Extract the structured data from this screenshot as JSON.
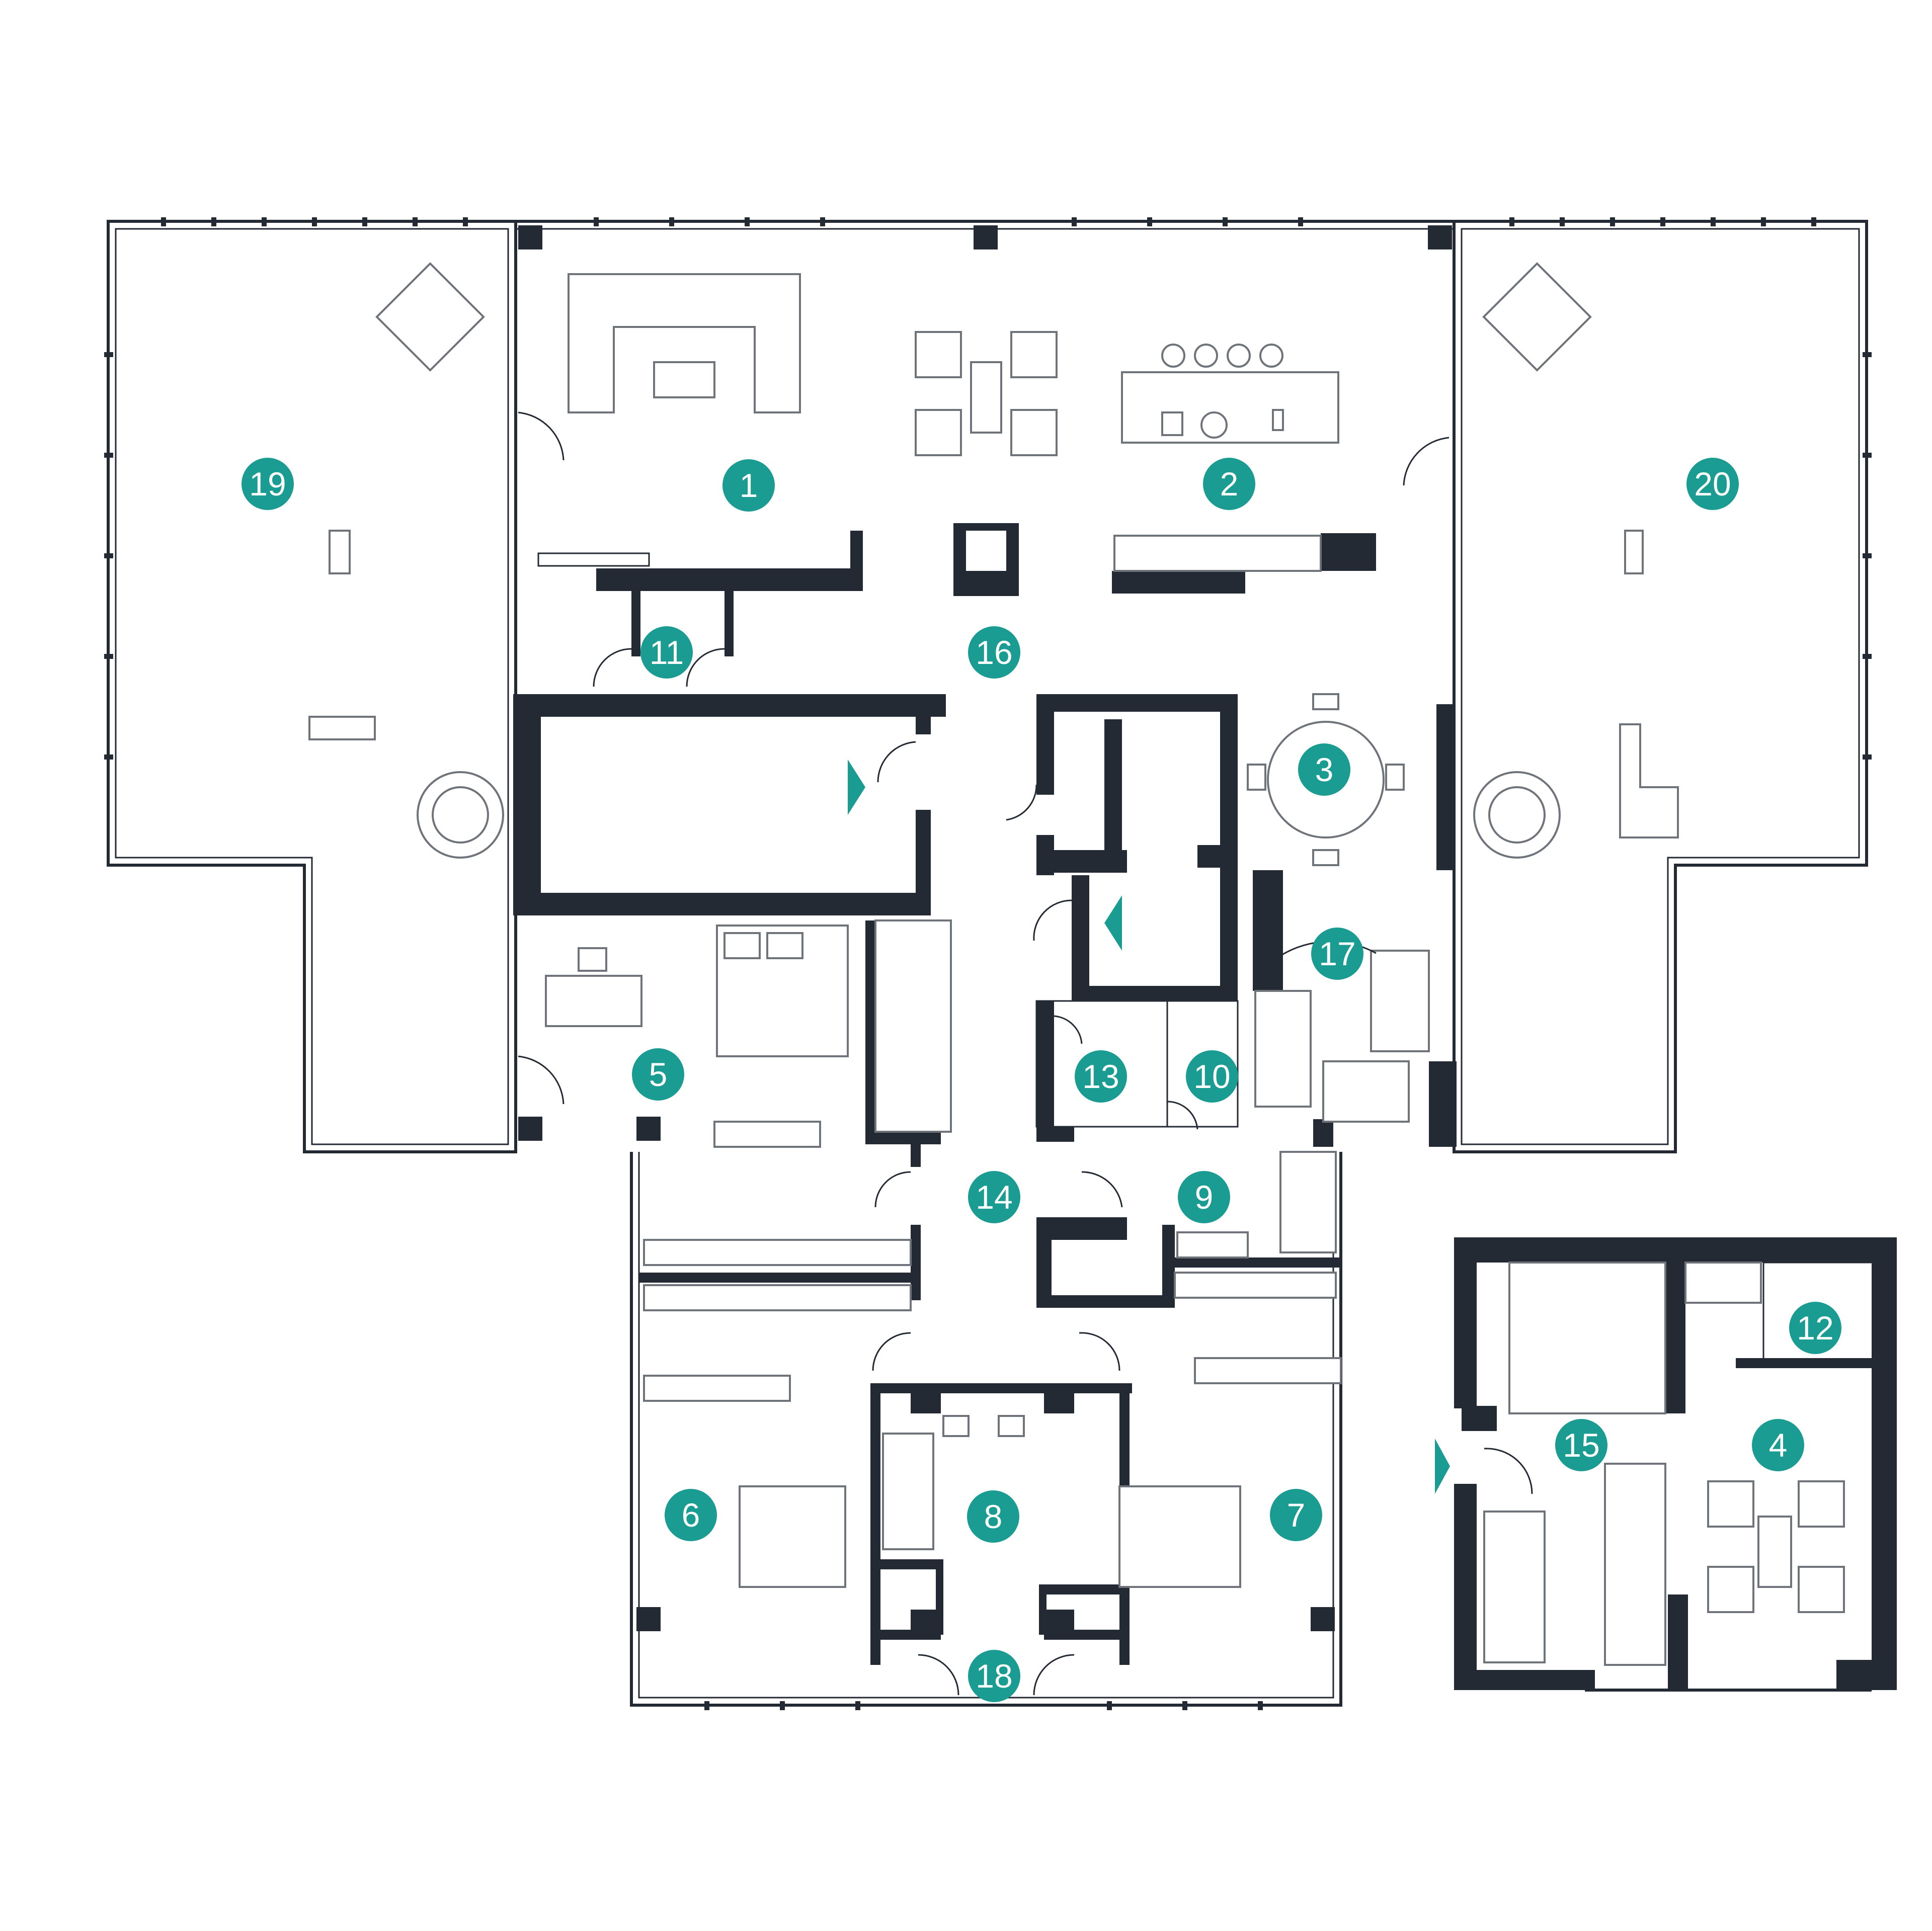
{
  "plan": {
    "accent_color": "#1a9c92",
    "wall_color": "#232a33",
    "labels": [
      "1",
      "2",
      "3",
      "4",
      "5",
      "6",
      "7",
      "8",
      "9",
      "10",
      "11",
      "12",
      "13",
      "14",
      "15",
      "16",
      "17",
      "18",
      "19",
      "20"
    ]
  }
}
